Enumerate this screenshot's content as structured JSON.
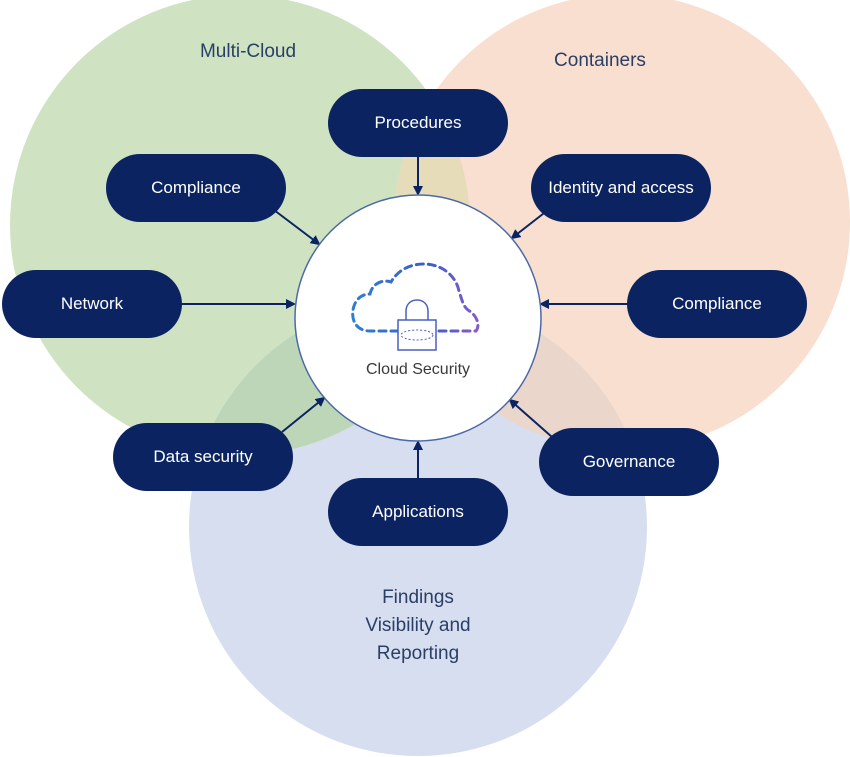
{
  "diagram": {
    "title": "Cloud Security",
    "center_icon": "cloud-lock-icon",
    "regions": [
      {
        "id": "multi-cloud",
        "label": "Multi-Cloud",
        "color": "#cfe3c3"
      },
      {
        "id": "containers",
        "label": "Containers",
        "color": "#f9dfcf"
      },
      {
        "id": "findings",
        "label_lines": [
          "Findings",
          "Visibility and",
          "Reporting"
        ],
        "color": "#d6deef"
      }
    ],
    "nodes": [
      {
        "id": "procedures",
        "label": "Procedures"
      },
      {
        "id": "compliance-left",
        "label": "Compliance"
      },
      {
        "id": "identity-access",
        "label": "Identity and access"
      },
      {
        "id": "network",
        "label": "Network"
      },
      {
        "id": "compliance-right",
        "label": "Compliance"
      },
      {
        "id": "data-security",
        "label": "Data security"
      },
      {
        "id": "governance",
        "label": "Governance"
      },
      {
        "id": "applications",
        "label": "Applications"
      }
    ],
    "colors": {
      "node_fill": "#0b2461",
      "node_text": "#ffffff",
      "arrow": "#0b2461",
      "center_fill": "#ffffff",
      "center_stroke": "#4a6aa5",
      "region_text": "#2a3f66",
      "overlap_green_blue": "#bcd6b7",
      "overlap_peach_blue": "#ead6cb",
      "overlap_green_peach": "#e6dfb9"
    }
  }
}
